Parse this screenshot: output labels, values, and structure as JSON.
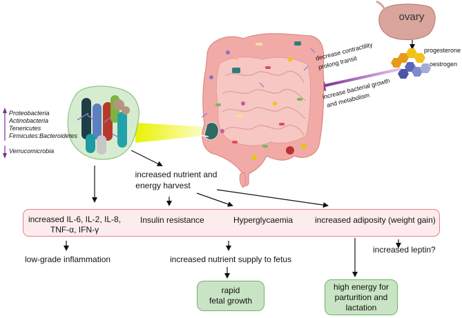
{
  "ovary": {
    "label": "ovary"
  },
  "hormones": {
    "progesterone": "progesterone",
    "oestrogen": "oestrogen"
  },
  "gut_effects": {
    "line1": "decrease contractility",
    "line2": "prolong transit",
    "line3": "increase bacterial growth",
    "line4": "and metabolism"
  },
  "taxa": {
    "up_list": [
      "Proteobacteria",
      "Actinobacteria",
      "Tenericutes",
      "Firmicutes:Bacteroidetes"
    ],
    "down_list": [
      "Verrucomicrobia"
    ]
  },
  "nutrient": {
    "line1": "increased nutrient and",
    "line2": "energy harvest"
  },
  "effects": {
    "cytokines_line1": "increased IL-6, IL-2, IL-8,",
    "cytokines_line2": "TNF-α, IFN-γ",
    "insulin": "Insulin resistance",
    "hyperglycaemia": "Hyperglycaemia",
    "adiposity": "increased adiposity (weight gain)"
  },
  "outcomes": {
    "inflammation": "low-grade inflammation",
    "supply": "increased nutrient supply to fetus",
    "leptin": "increased leptin?"
  },
  "results": {
    "fetal_line1": "rapid",
    "fetal_line2": "fetal growth",
    "energy_line1": "high energy  for",
    "energy_line2": "parturition and",
    "energy_line3": "lactation"
  },
  "colors": {
    "red_border": "#e77f86",
    "red_fill": "#fdeced",
    "green_fill": "#c9e4c4",
    "green_border": "#6fb168",
    "purple_arrow": "#7b2d8e",
    "intestine": "#f3b7b3"
  }
}
